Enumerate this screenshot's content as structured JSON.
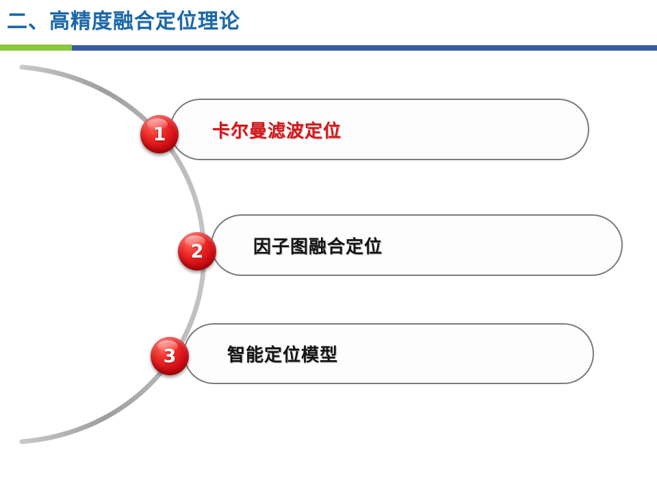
{
  "slide": {
    "title": "二、高精度融合定位理论",
    "title_color": "#1a68a8",
    "background_color": "#ffffff",
    "divider": {
      "green_color": "#8dc63f",
      "blue_color": "#3b5ba0"
    },
    "arc_color": "#b3b3b3"
  },
  "items": [
    {
      "number": "1",
      "label": "卡尔曼滤波定位",
      "label_color": "#d3161a",
      "badge_color": "#d00d16",
      "highlighted": true
    },
    {
      "number": "2",
      "label": "因子图融合定位",
      "label_color": "#141414",
      "badge_color": "#d00d16",
      "highlighted": false
    },
    {
      "number": "3",
      "label": "智能定位模型",
      "label_color": "#141414",
      "badge_color": "#d00d16",
      "highlighted": false
    }
  ]
}
